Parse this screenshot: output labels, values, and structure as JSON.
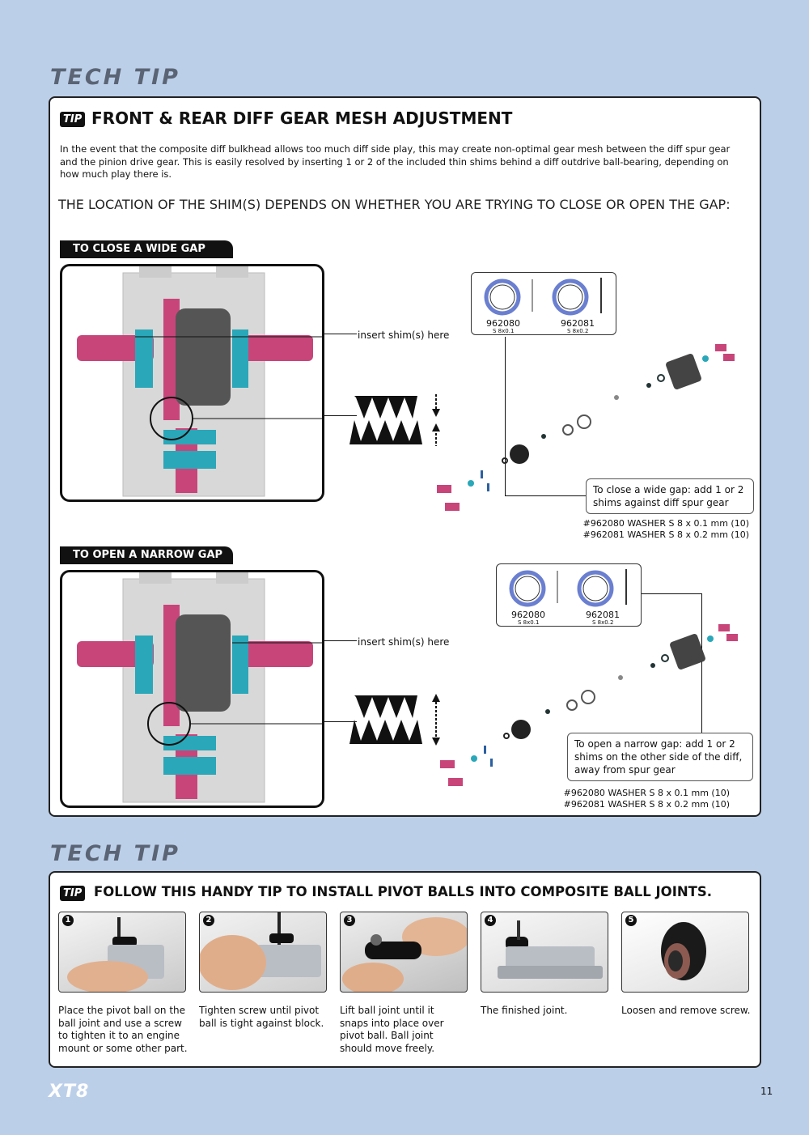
{
  "tech_tip_1": {
    "heading": "TECH TIP",
    "badge": "TIP",
    "title": "FRONT & REAR DIFF GEAR MESH ADJUSTMENT",
    "intro": "In the event that the composite diff bulkhead allows too much diff side play, this may create non-optimal gear mesh between the diff spur gear and the pinion drive gear. This is easily resolved by inserting 1 or 2 of the included thin shims behind a diff outdrive ball-bearing, depending on how much play there is.",
    "headline": "THE LOCATION OF THE SHIM(S) DEPENDS ON WHETHER YOU ARE TRYING TO CLOSE OR OPEN THE GAP:",
    "close": {
      "tab": "TO CLOSE A WIDE GAP",
      "insert_label": "insert shim(s) here",
      "shim_a_code": "962080",
      "shim_a_spec": "S 8x0.1",
      "shim_b_code": "962081",
      "shim_b_spec": "S 8x0.2",
      "callout": "To close a wide gap:  add 1 or 2 shims against diff spur gear",
      "washer_1": "#962080 WASHER S 8 x 0.1 mm (10)",
      "washer_2": "#962081 WASHER S 8 x 0.2 mm (10)"
    },
    "open": {
      "tab": "TO OPEN A NARROW GAP",
      "insert_label": "insert shim(s) here",
      "shim_a_code": "962080",
      "shim_a_spec": "S 8x0.1",
      "shim_b_code": "962081",
      "shim_b_spec": "S 8x0.2",
      "callout": "To open a narrow gap:  add 1 or 2 shims on the other side of the diff, away from spur gear",
      "washer_1": "#962080 WASHER S 8 x 0.1 mm (10)",
      "washer_2": "#962081 WASHER S 8 x 0.2 mm (10)"
    }
  },
  "tech_tip_2": {
    "heading": "TECH TIP",
    "badge": "TIP",
    "title": "FOLLOW THIS HANDY TIP TO INSTALL PIVOT BALLS INTO COMPOSITE BALL JOINTS.",
    "steps": [
      {
        "num": "1",
        "caption": "Place the pivot ball on the ball joint and use a screw to tighten it to an engine mount or some other part."
      },
      {
        "num": "2",
        "caption": "Tighten screw until pivot ball is tight against block."
      },
      {
        "num": "3",
        "caption": "Lift ball joint until it snaps into place over pivot ball. Ball joint should move freely."
      },
      {
        "num": "4",
        "caption": "The finished joint."
      },
      {
        "num": "5",
        "caption": "Loosen and remove screw."
      }
    ]
  },
  "footer": {
    "logo": "XT8",
    "page_number": "11"
  },
  "colors": {
    "background": "#bccfe9",
    "heading": "#5a6474",
    "pink_part": "#c8457a",
    "cyan_part": "#2aa7b8",
    "shim_ring": "#6a7fd0"
  }
}
